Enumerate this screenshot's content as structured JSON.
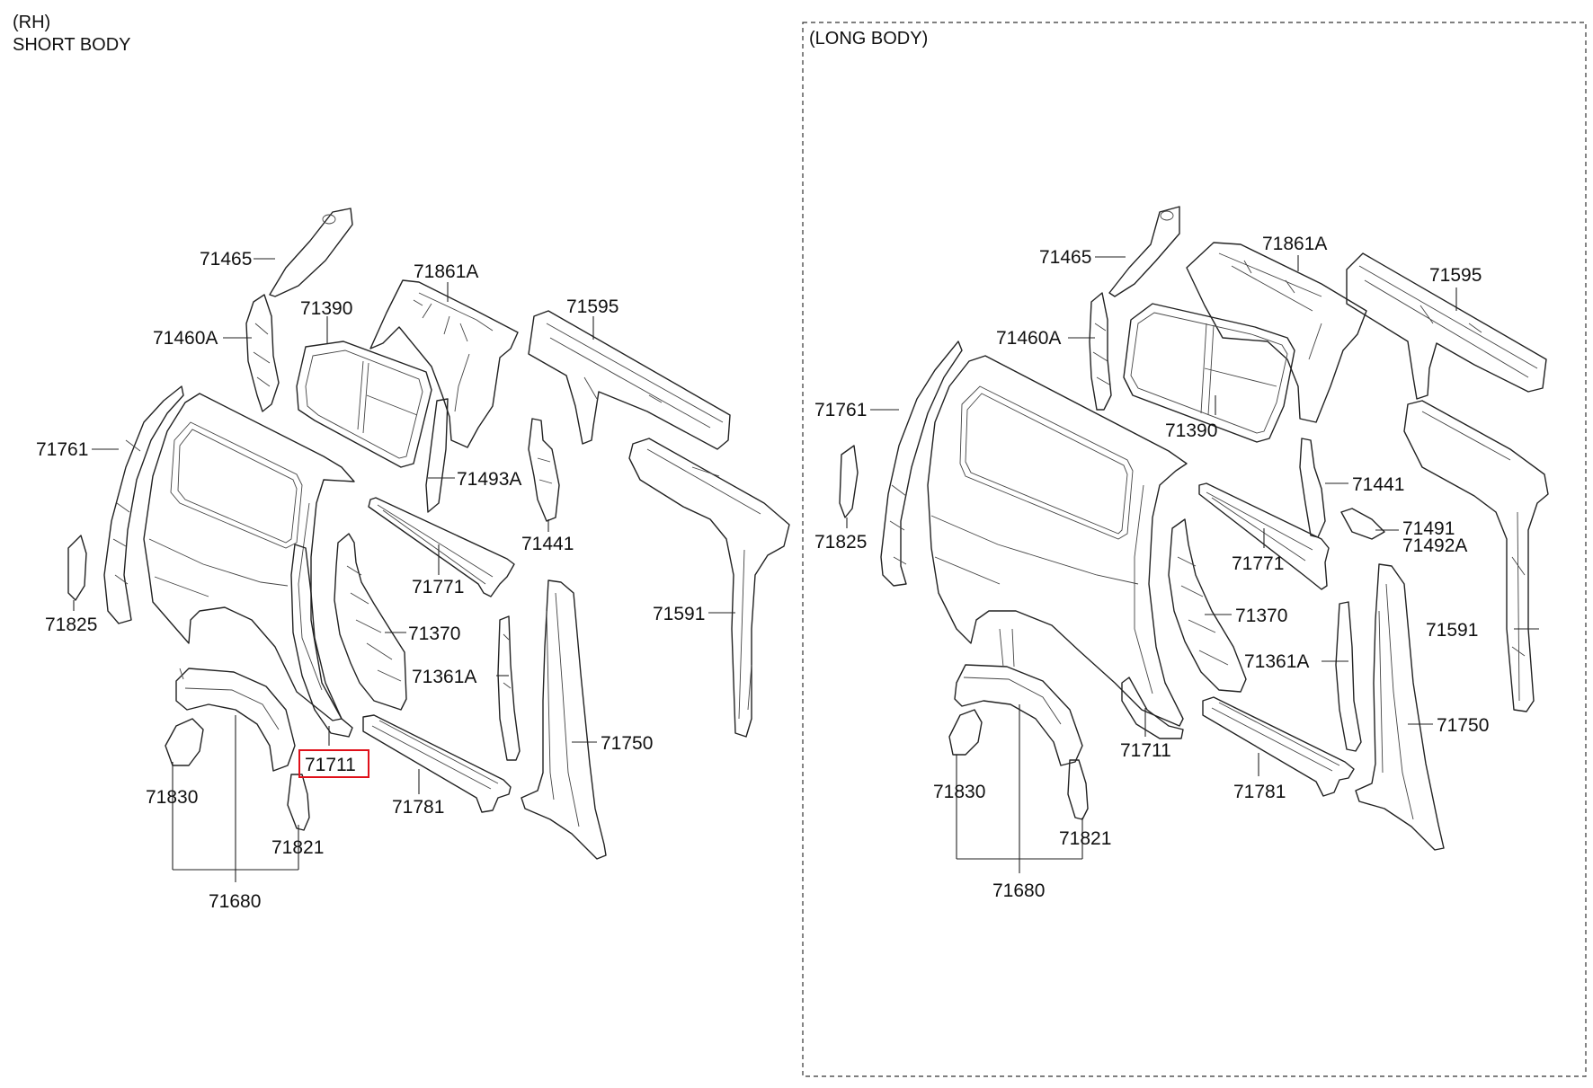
{
  "headers": {
    "rh": "(RH)",
    "short_body": "SHORT BODY",
    "long_body": "(LONG BODY)"
  },
  "highlight_color": "#e0101a",
  "short_body_labels": {
    "p71465": "71465",
    "p71460A": "71460A",
    "p71390": "71390",
    "p71861A": "71861A",
    "p71595": "71595",
    "p71761": "71761",
    "p71493A": "71493A",
    "p71441": "71441",
    "p71825": "71825",
    "p71771": "71771",
    "p71591": "71591",
    "p71370": "71370",
    "p71361A": "71361A",
    "p71750": "71750",
    "p71711": "71711",
    "p71830": "71830",
    "p71781": "71781",
    "p71821": "71821",
    "p71680": "71680"
  },
  "long_body_labels": {
    "p71465": "71465",
    "p71861A": "71861A",
    "p71595": "71595",
    "p71460A": "71460A",
    "p71761": "71761",
    "p71390": "71390",
    "p71441": "71441",
    "p71825": "71825",
    "p71491": "71491",
    "p71492A": "71492A",
    "p71771": "71771",
    "p71370": "71370",
    "p71591": "71591",
    "p71361A": "71361A",
    "p71750": "71750",
    "p71711": "71711",
    "p71830": "71830",
    "p71781": "71781",
    "p71821": "71821",
    "p71680": "71680"
  }
}
